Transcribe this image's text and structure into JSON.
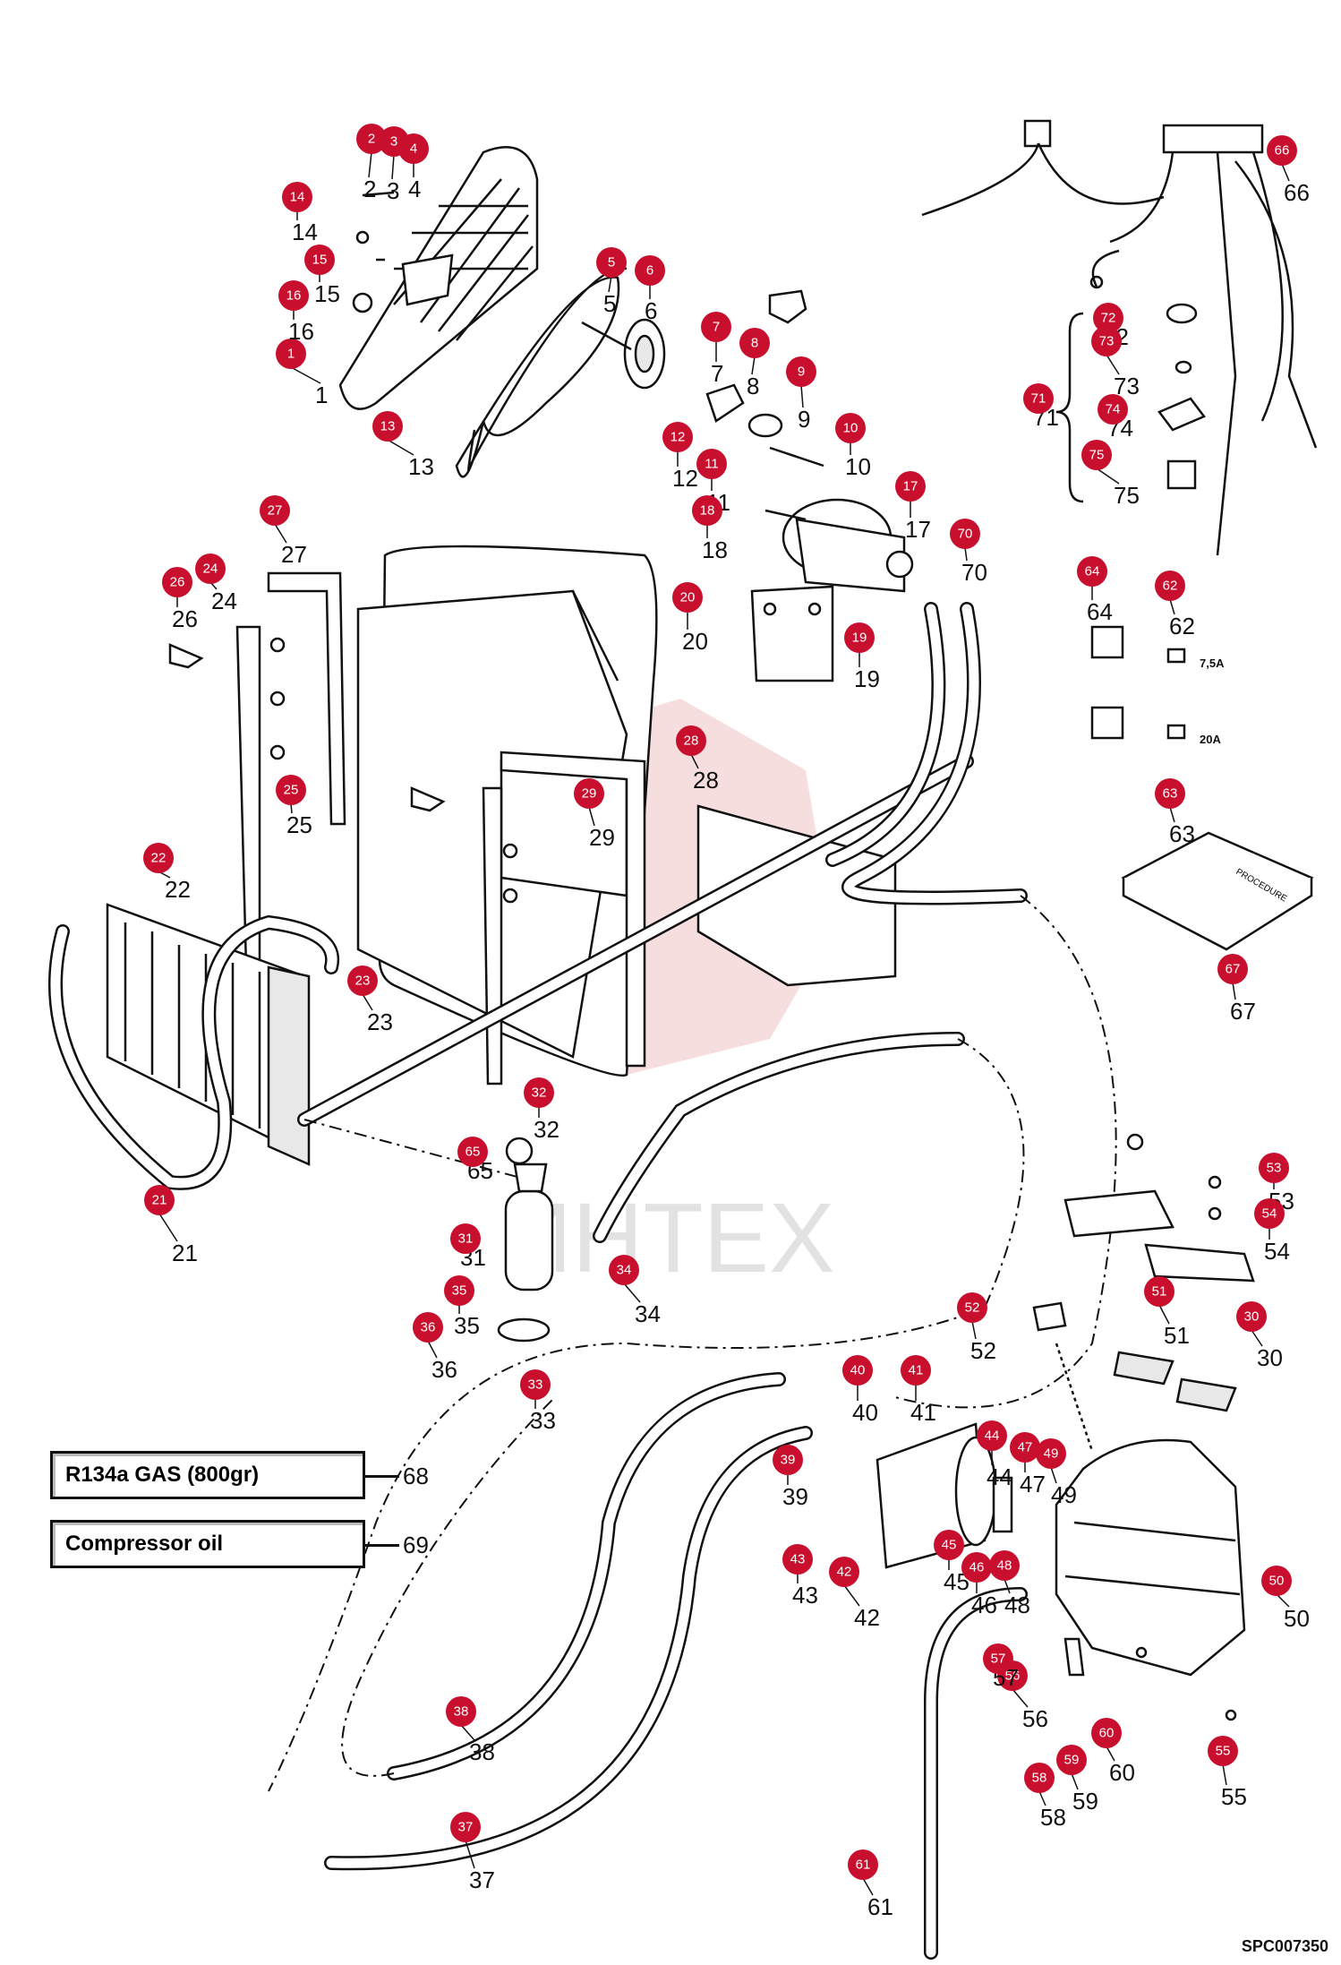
{
  "drawing_code": "SPC007350",
  "watermark": "ИНТЕХ",
  "fuse_labels": [
    "7,5A",
    "20A"
  ],
  "manual_label": "PROCEDURE",
  "boxed_items": [
    {
      "text": "R134a GAS (800gr)",
      "number": "68"
    },
    {
      "text": "Compressor oil",
      "number": "69"
    }
  ],
  "callouts": [
    "1",
    "2",
    "3",
    "4",
    "5",
    "6",
    "7",
    "8",
    "9",
    "10",
    "11",
    "12",
    "13",
    "14",
    "15",
    "16",
    "17",
    "18",
    "19",
    "20",
    "21",
    "22",
    "23",
    "24",
    "25",
    "26",
    "27",
    "28",
    "29",
    "30",
    "31",
    "32",
    "33",
    "34",
    "35",
    "36",
    "37",
    "38",
    "39",
    "40",
    "41",
    "42",
    "43",
    "44",
    "45",
    "46",
    "47",
    "48",
    "49",
    "50",
    "51",
    "52",
    "53",
    "54",
    "55",
    "56",
    "57",
    "58",
    "59",
    "60",
    "61",
    "62",
    "63",
    "64",
    "65",
    "66",
    "67",
    "70",
    "71",
    "72",
    "73",
    "74",
    "75"
  ],
  "colors": {
    "badge": "#c8102e",
    "line": "#111111"
  }
}
